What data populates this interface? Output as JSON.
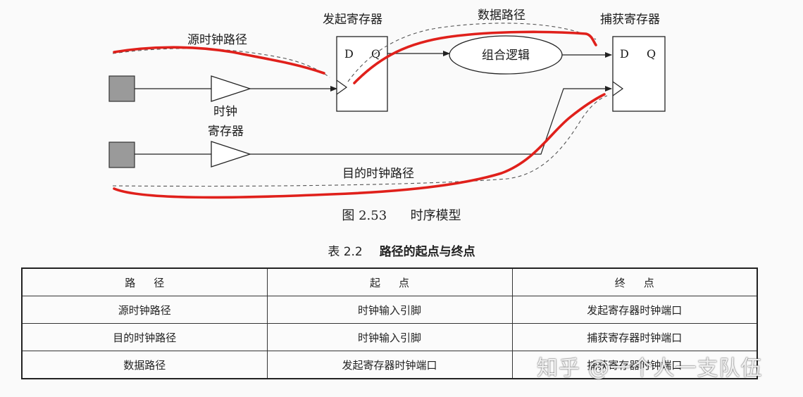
{
  "figure": {
    "labels": {
      "launch_register": "发起寄存器",
      "capture_register": "捕获寄存器",
      "data_path": "数据路径",
      "source_clock_path": "源时钟路径",
      "dest_clock_path": "目的时钟路径",
      "clock_line1": "时钟",
      "clock_line2": "寄存器",
      "comb_logic": "组合逻辑",
      "launch_d": "D",
      "launch_q": "Q",
      "capture_d": "D",
      "capture_q": "Q"
    },
    "caption": {
      "number": "图 2.53",
      "title": "时序模型"
    },
    "annotation_color": "#e0201b"
  },
  "table": {
    "caption": {
      "number": "表 2.2",
      "title": "路径的起点与终点"
    },
    "headers": [
      "路径",
      "起点",
      "终点"
    ],
    "rows": [
      [
        "源时钟路径",
        "时钟输入引脚",
        "发起寄存器时钟端口"
      ],
      [
        "目的时钟路径",
        "时钟输入引脚",
        "捕获寄存器时钟端口"
      ],
      [
        "数据路径",
        "发起寄存器时钟端口",
        "捕获寄存器时钟端口"
      ]
    ]
  },
  "watermark": "知乎 @一个人一支队伍"
}
